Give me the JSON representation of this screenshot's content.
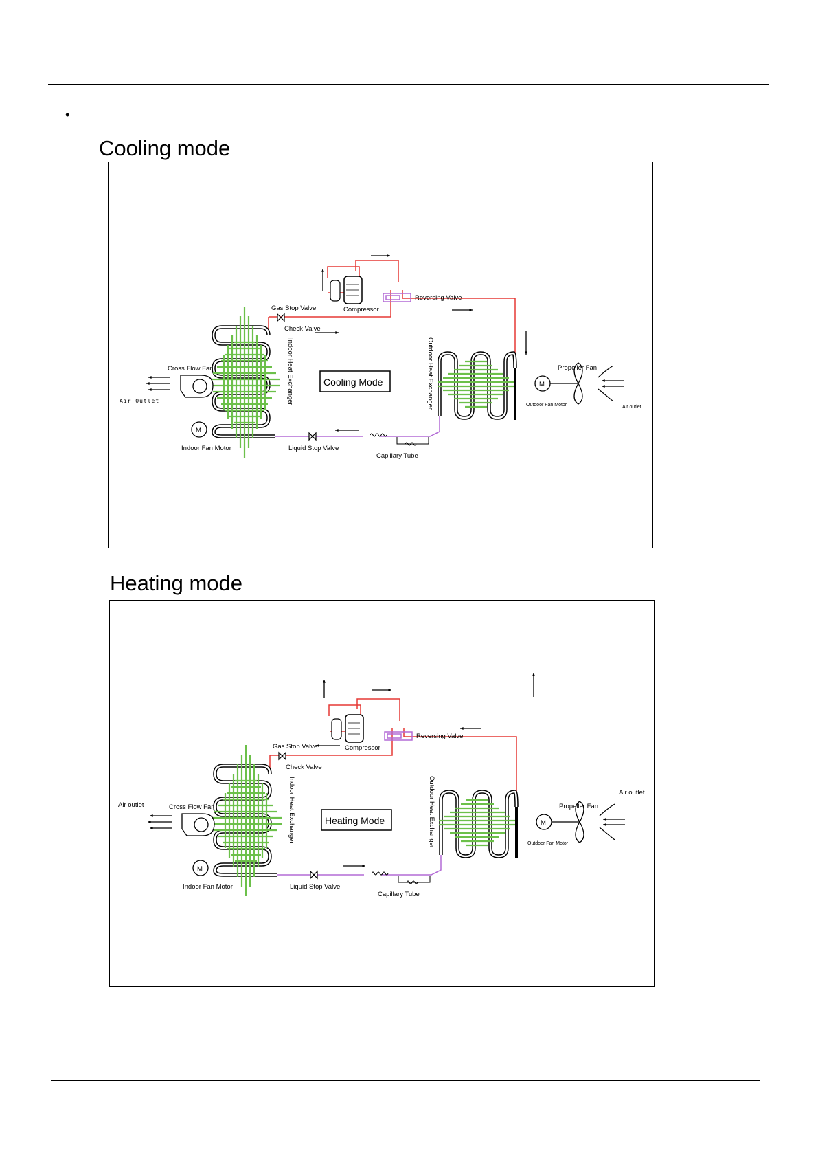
{
  "page": {
    "bullet": "•"
  },
  "diagrams": [
    {
      "title": "Cooling mode",
      "mode_box": "Cooling Mode",
      "labels": {
        "reversing_valve": "Reversing Valve",
        "compressor": "Compressor",
        "gas_stop_valve": "Gas Stop Valve",
        "check_valve": "Check Valve",
        "cross_flow_fan": "Cross Flow Fan",
        "indoor_heat_exchanger": "Indoor Heat Exchanger",
        "outdoor_heat_exchanger": "Outdoor Heat Exchanger",
        "propeller_fan": "Propeller Fan",
        "outdoor_fan_motor": "Outdoor Fan Motor",
        "air_outlet_right": "Air outlet",
        "air_outlet_left": "Air Outlet",
        "indoor_fan_motor": "Indoor Fan Motor",
        "liquid_stop_valve": "Liquid Stop Valve",
        "capillary_tube": "Capillary Tube",
        "motor_symbol": "M"
      }
    },
    {
      "title": "Heating mode",
      "mode_box": "Heating Mode",
      "labels": {
        "reversing_valve": "Reversing Valve",
        "compressor": "Compressor",
        "gas_stop_valve": "Gas Stop Valve",
        "check_valve": "Check Valve",
        "cross_flow_fan": "Cross Flow Fan",
        "indoor_heat_exchanger": "Indoor Heat Exchanger",
        "outdoor_heat_exchanger": "Outdoor Heat Exchanger",
        "propeller_fan": "Propeller Fan",
        "outdoor_fan_motor": "Outdoor Fan Motor",
        "air_outlet_right": "Air outlet",
        "air_outlet_left": "Air outlet",
        "indoor_fan_motor": "Indoor Fan Motor",
        "liquid_stop_valve": "Liquid Stop Valve",
        "capillary_tube": "Capillary Tube",
        "motor_symbol": "M"
      }
    }
  ],
  "colors": {
    "refrigerant_hot": "#e53935",
    "refrigerant_liquid": "#b36bd6",
    "fins": "#6cc04a",
    "line": "#000000"
  }
}
